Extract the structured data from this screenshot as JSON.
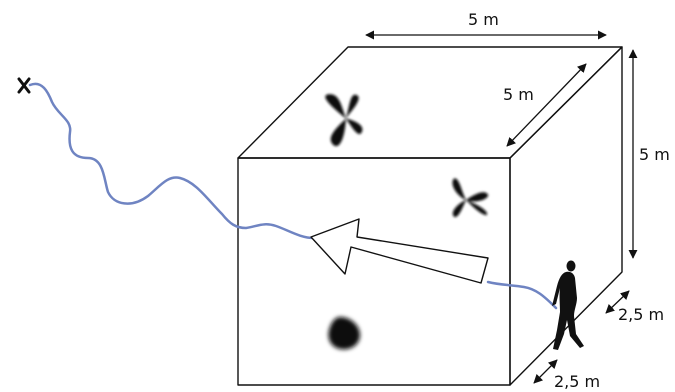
{
  "labels": {
    "top_width": "5 m",
    "top_depth": "5 m",
    "height": "5 m",
    "right_offset": "2,5 m",
    "bottom_offset": "2,5 m"
  },
  "colors": {
    "path": "#6f84c2",
    "line": "#111111",
    "silhouette": "#111111"
  },
  "icons": [
    "start-cross-icon",
    "butterfly-icon",
    "walking-person-icon"
  ]
}
